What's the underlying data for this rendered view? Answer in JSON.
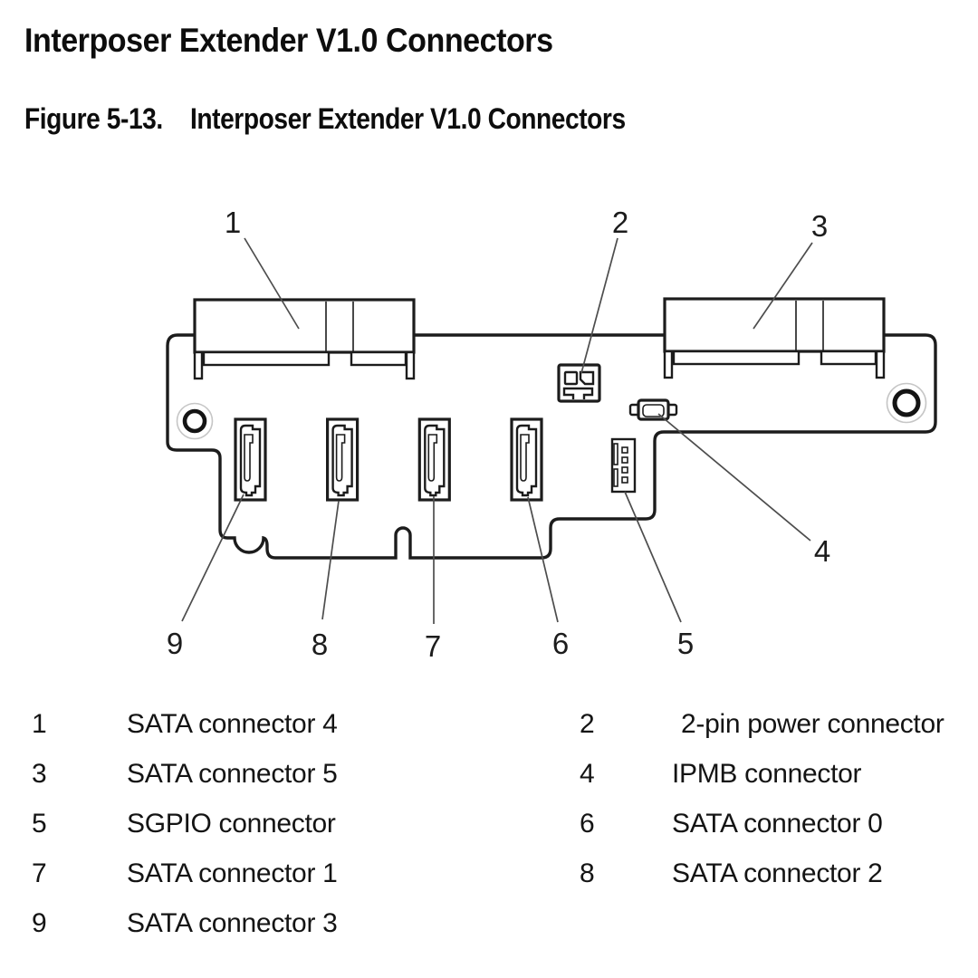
{
  "page": {
    "title": "Interposer Extender V1.0 Connectors",
    "figure": {
      "label": "Figure 5-13.",
      "title": "Interposer Extender V1.0 Connectors"
    }
  },
  "diagram": {
    "description": "Line drawing of the interposer extender board with numbered callouts",
    "callouts": [
      "1",
      "2",
      "3",
      "4",
      "5",
      "6",
      "7",
      "8",
      "9"
    ]
  },
  "legend": {
    "rows": [
      {
        "num": "1",
        "label": "SATA connector 4"
      },
      {
        "num": "2",
        "label": "2-pin power connector"
      },
      {
        "num": "3",
        "label": "SATA connector 5"
      },
      {
        "num": "4",
        "label": "IPMB connector"
      },
      {
        "num": "5",
        "label": "SGPIO connector"
      },
      {
        "num": "6",
        "label": "SATA connector 0"
      },
      {
        "num": "7",
        "label": "SATA connector 1"
      },
      {
        "num": "8",
        "label": "SATA connector 2"
      },
      {
        "num": "9",
        "label": "SATA connector 3"
      }
    ]
  }
}
